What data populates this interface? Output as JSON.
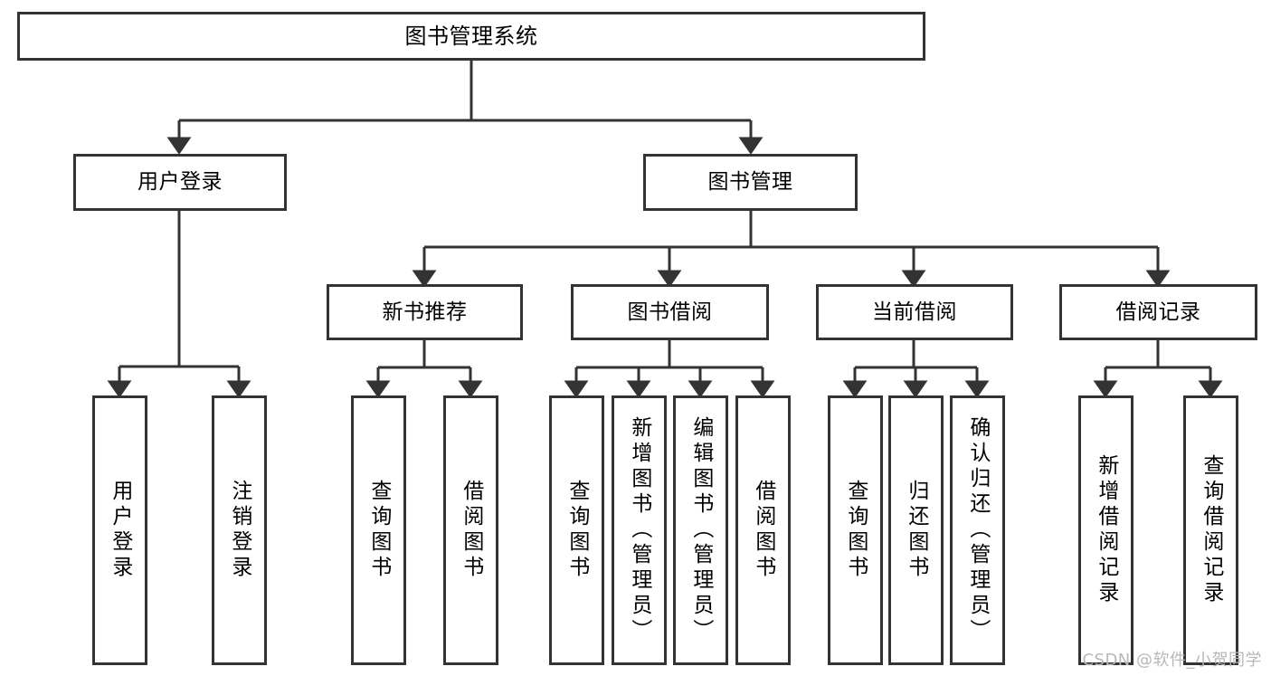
{
  "diagram": {
    "type": "tree",
    "title": "图书管理系统",
    "watermark": "CSDN @软件_小贺同学",
    "root": {
      "label": "图书管理系统"
    },
    "level2": [
      {
        "id": "user-login",
        "label": "用户登录"
      },
      {
        "id": "book-manage",
        "label": "图书管理"
      }
    ],
    "level3": [
      {
        "id": "new-book-recommend",
        "label": "新书推荐",
        "parent": "book-manage"
      },
      {
        "id": "book-borrow",
        "label": "图书借阅",
        "parent": "book-manage"
      },
      {
        "id": "current-borrow",
        "label": "当前借阅",
        "parent": "book-manage"
      },
      {
        "id": "borrow-record",
        "label": "借阅记录",
        "parent": "book-manage"
      }
    ],
    "leaves": {
      "user_login": [
        {
          "id": "leaf-user-login",
          "label": "用户登录"
        },
        {
          "id": "leaf-logout-login",
          "label": "注销登录"
        }
      ],
      "new_book_recommend": [
        {
          "id": "leaf-query-book-1",
          "label": "查询图书"
        },
        {
          "id": "leaf-borrow-book-1",
          "label": "借阅图书"
        }
      ],
      "book_borrow": [
        {
          "id": "leaf-query-book-2",
          "label": "查询图书"
        },
        {
          "id": "leaf-add-book",
          "label": "新增图书（管理员）"
        },
        {
          "id": "leaf-edit-book",
          "label": "编辑图书（管理员）"
        },
        {
          "id": "leaf-borrow-book-2",
          "label": "借阅图书"
        }
      ],
      "current_borrow": [
        {
          "id": "leaf-query-book-3",
          "label": "查询图书"
        },
        {
          "id": "leaf-return-book",
          "label": "归还图书"
        },
        {
          "id": "leaf-confirm-return",
          "label": "确认归还（管理员）"
        }
      ],
      "borrow_record": [
        {
          "id": "leaf-add-borrow-record",
          "label": "新增借阅记录"
        },
        {
          "id": "leaf-query-borrow-record",
          "label": "查询借阅记录"
        }
      ]
    },
    "colors": {
      "border": "#333333",
      "background": "#ffffff",
      "text": "#000000",
      "watermark": "#b8b8b8"
    }
  }
}
